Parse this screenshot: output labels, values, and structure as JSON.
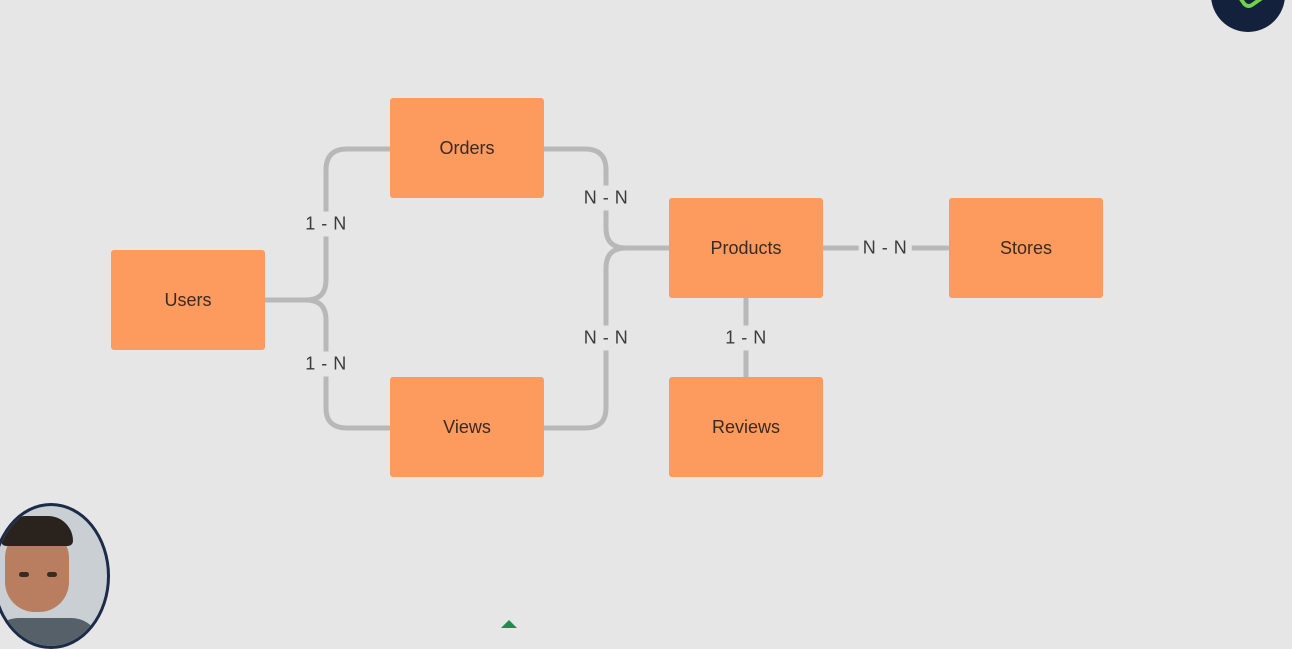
{
  "entities": {
    "users": "Users",
    "orders": "Orders",
    "views": "Views",
    "products": "Products",
    "reviews": "Reviews",
    "stores": "Stores"
  },
  "relationships": {
    "users_orders": "1 - N",
    "users_views": "1 - N",
    "orders_products": "N - N",
    "views_products": "N - N",
    "products_reviews": "1 - N",
    "products_stores": "N - N"
  },
  "colors": {
    "background": "#e6e6e6",
    "entity_fill": "#fd9a5e",
    "connector": "#b8b8b8",
    "logo_bg": "#13213d",
    "logo_accent": "#6fd34a"
  },
  "icons": {
    "logo": "brand-logo-icon",
    "presenter": "presenter-avatar",
    "marker": "triangle-marker-icon"
  }
}
